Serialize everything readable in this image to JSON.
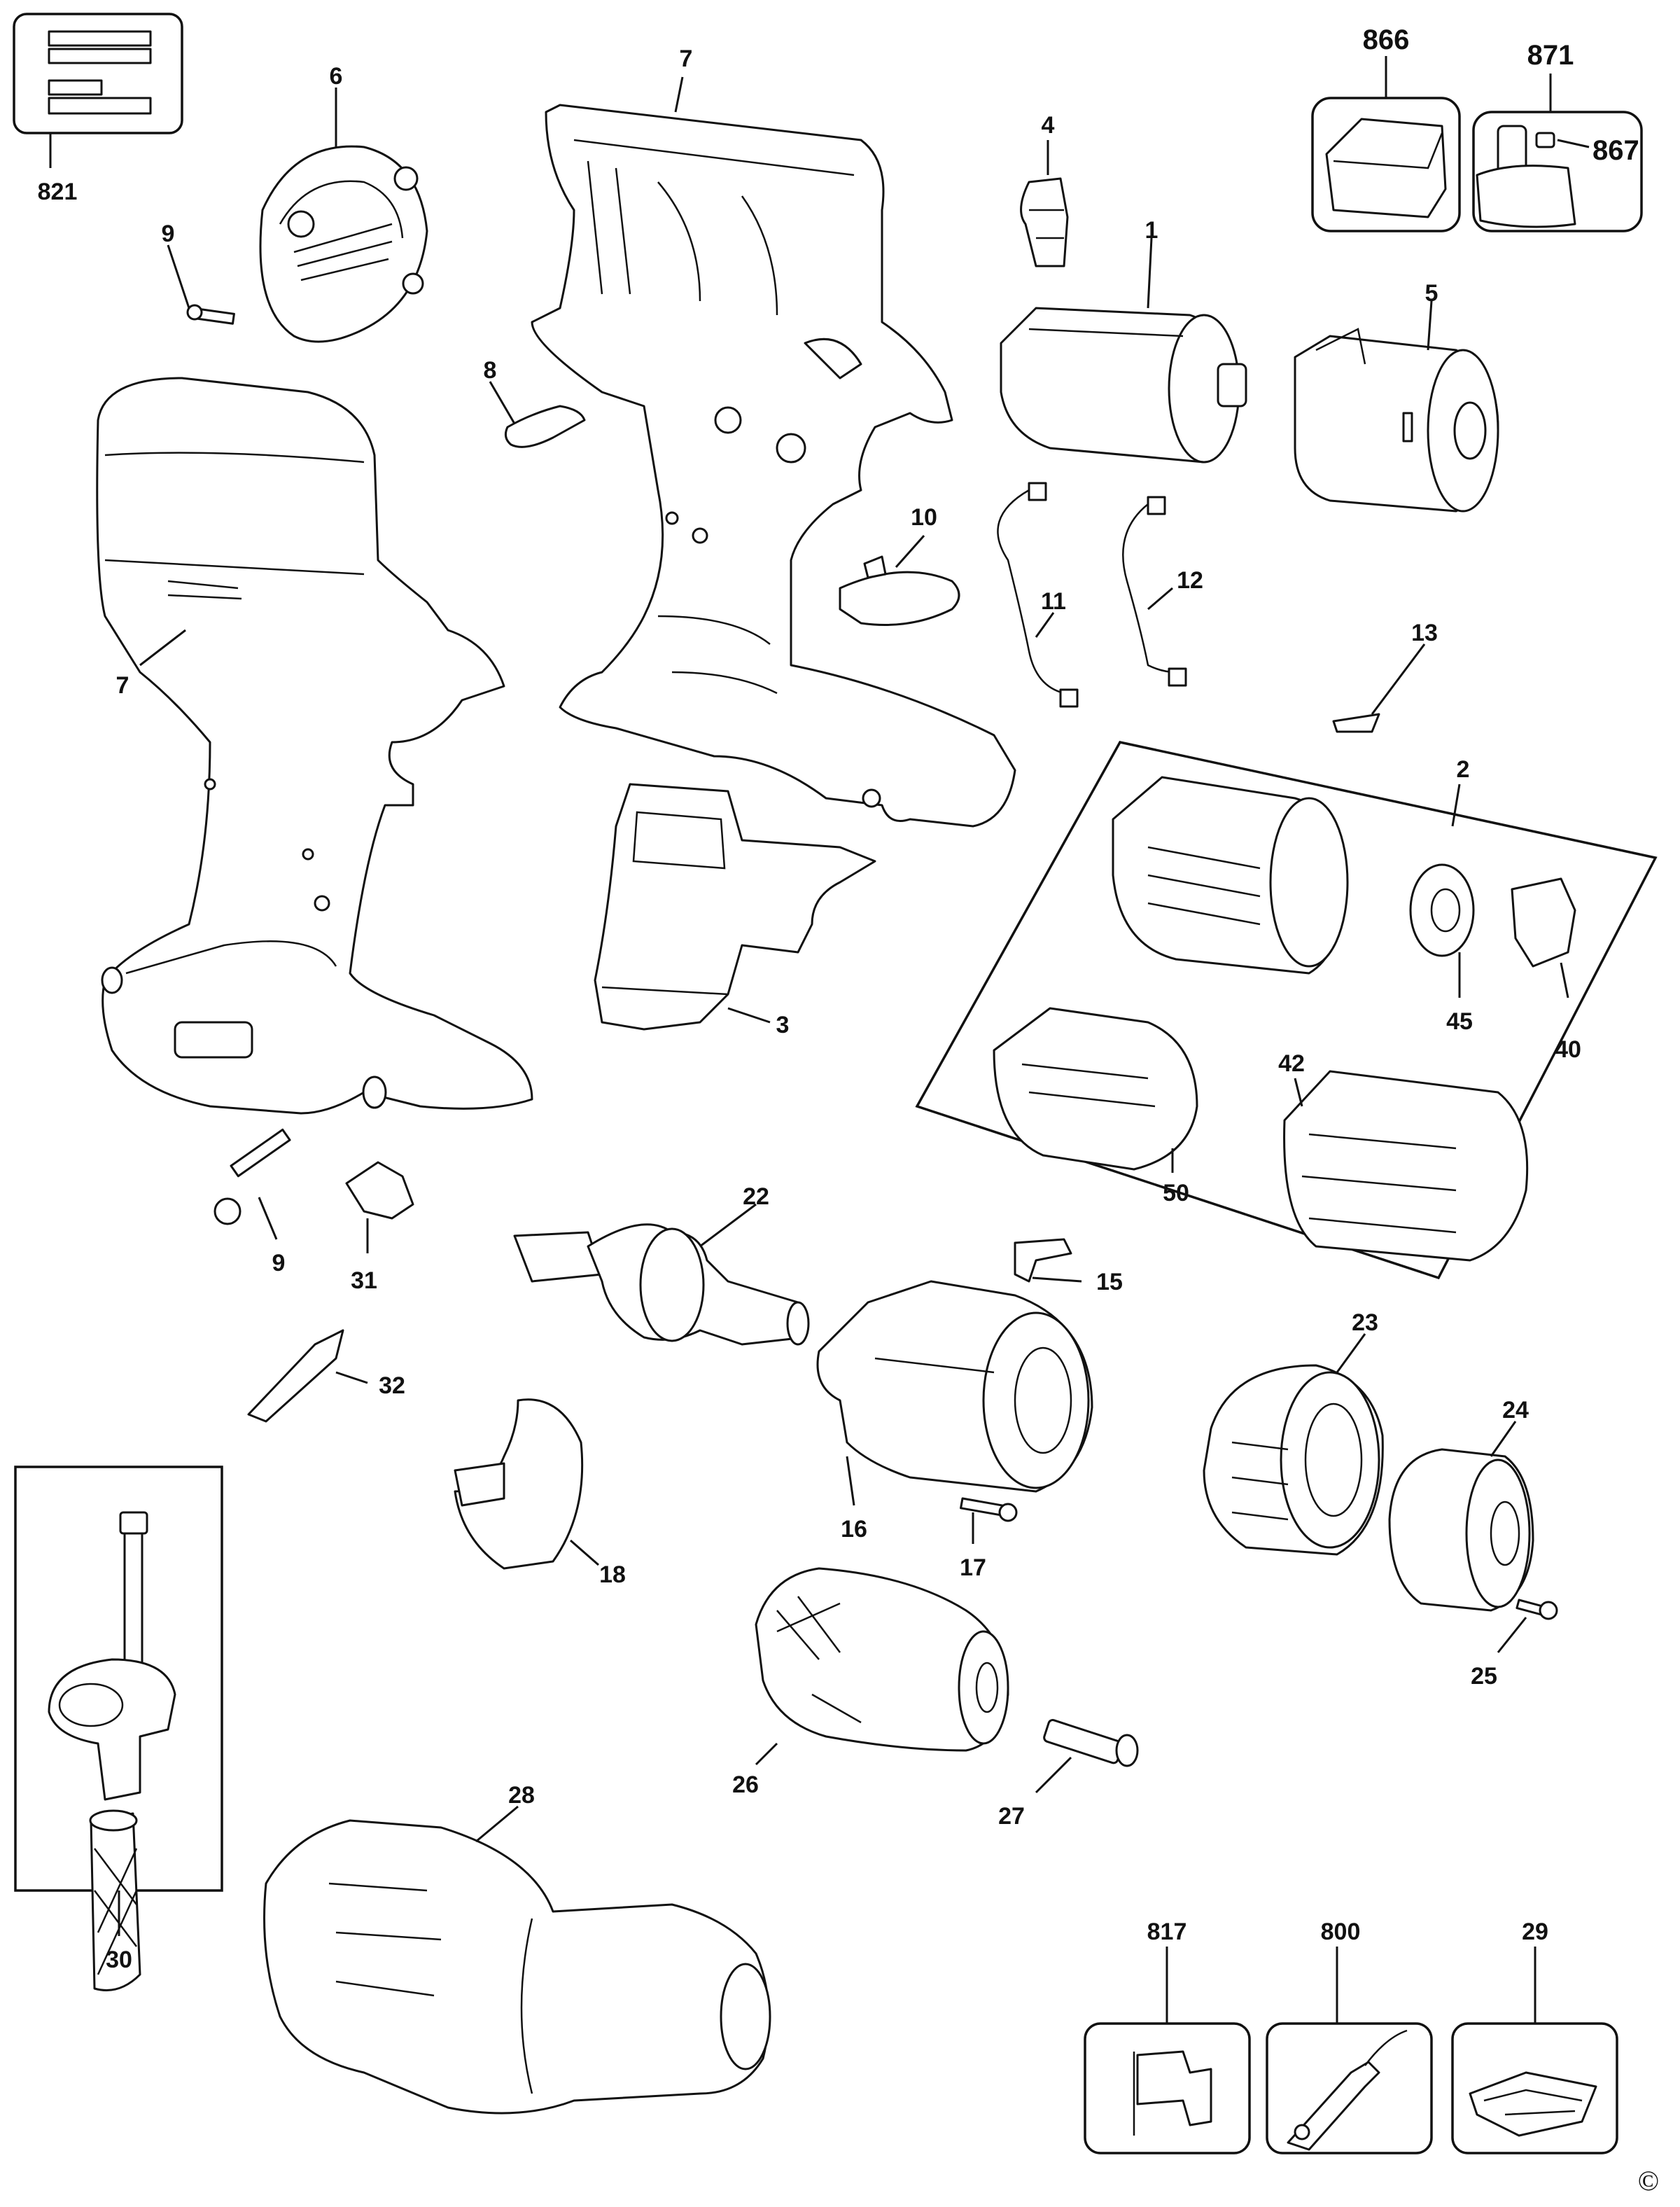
{
  "labels": {
    "p821": "821",
    "p6": "6",
    "p7a": "7",
    "p7b": "7",
    "p4": "4",
    "p866": "866",
    "p871": "871",
    "p867": "867",
    "p9a": "9",
    "p8": "8",
    "p1": "1",
    "p5": "5",
    "p10": "10",
    "p11": "11",
    "p12": "12",
    "p13": "13",
    "p2": "2",
    "p3": "3",
    "p45": "45",
    "p40": "40",
    "p42": "42",
    "p50": "50",
    "p9b": "9",
    "p31": "31",
    "p22": "22",
    "p15": "15",
    "p32": "32",
    "p23": "23",
    "p24": "24",
    "p16": "16",
    "p17": "17",
    "p18": "18",
    "p25": "25",
    "p26": "26",
    "p27": "27",
    "p28": "28",
    "p817": "817",
    "p800": "800",
    "p29": "29",
    "p30": "30"
  },
  "copyright": "©"
}
